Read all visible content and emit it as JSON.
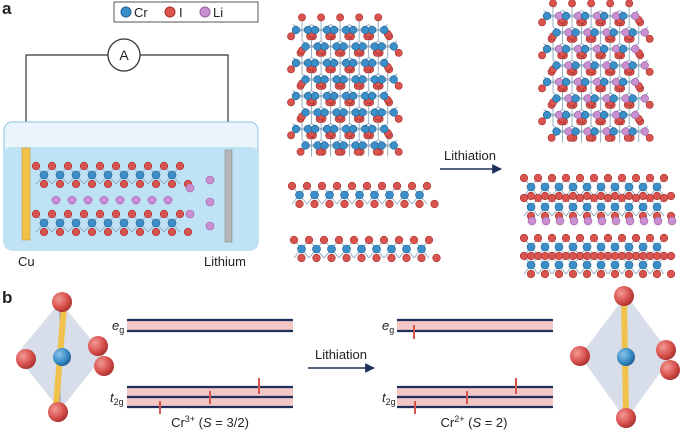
{
  "panel_a": {
    "label": "a",
    "legend": [
      {
        "symbol": "Cr",
        "color": "#3b8fc9"
      },
      {
        "symbol": "I",
        "color": "#d9534f"
      },
      {
        "symbol": "Li",
        "color": "#c98fd0"
      }
    ],
    "ammeter": "A",
    "electrode_left": "Cu",
    "electrode_right": "Lithium",
    "arrow_label": "Lithiation"
  },
  "panel_b": {
    "label": "b",
    "eg_main": "e",
    "eg_sub": "g",
    "t2g_main": "t",
    "t2g_sub": "2g",
    "arrow_label": "Lithiation",
    "left_state": {
      "ion": "Cr",
      "charge": "3+",
      "spin_prefix": " (",
      "spin_symbol": "S",
      "spin_value": " = 3/2)"
    },
    "right_state": {
      "ion": "Cr",
      "charge": "2+",
      "spin_prefix": " (",
      "spin_symbol": "S",
      "spin_value": " = 2)"
    }
  },
  "colors": {
    "cr": "#3b8fc9",
    "i": "#d9534f",
    "li": "#c98fd0",
    "band_line": "#1d2f5a",
    "band_fill": "#f4c7c7",
    "electrolyte": "#bfe3f5",
    "cu": "#f0c24b",
    "lithium": "#b5b5b5"
  }
}
